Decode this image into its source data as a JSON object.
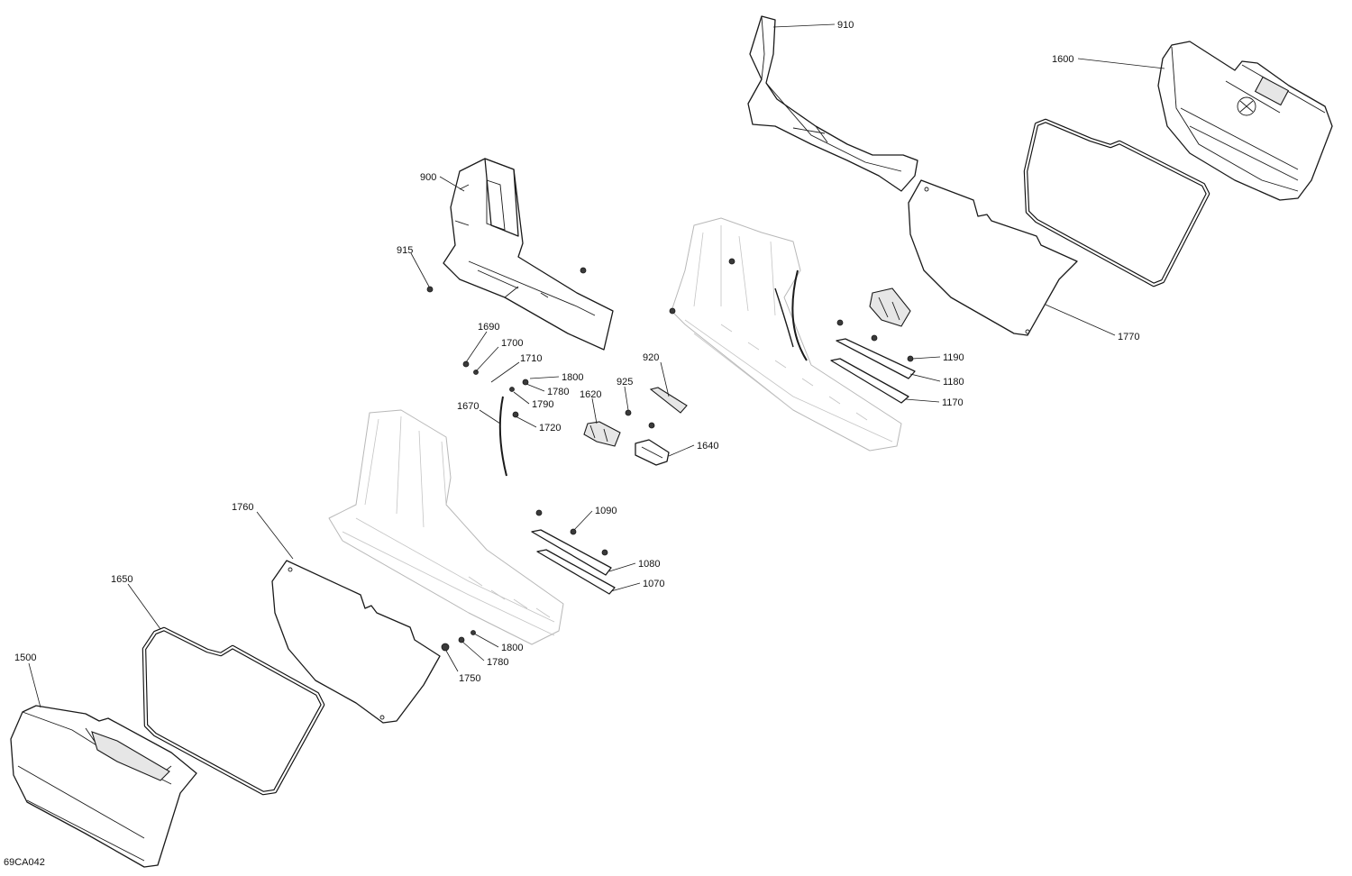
{
  "diagram": {
    "figure_code": "69CA042",
    "callouts": {
      "p910": "910",
      "p1600": "1600",
      "p900": "900",
      "p915": "915",
      "p1770": "1770",
      "p1190": "1190",
      "p1180": "1180",
      "p1170": "1170",
      "p1690": "1690",
      "p1700": "1700",
      "p1710": "1710",
      "p1800a": "1800",
      "p1780a": "1780",
      "p1790": "1790",
      "p1720": "1720",
      "p1670": "1670",
      "p920": "920",
      "p925": "925",
      "p1620": "1620",
      "p1640": "1640",
      "p1090": "1090",
      "p1080": "1080",
      "p1070": "1070",
      "p1760": "1760",
      "p1650": "1650",
      "p1500": "1500",
      "p1800b": "1800",
      "p1780b": "1780",
      "p1750": "1750"
    }
  }
}
